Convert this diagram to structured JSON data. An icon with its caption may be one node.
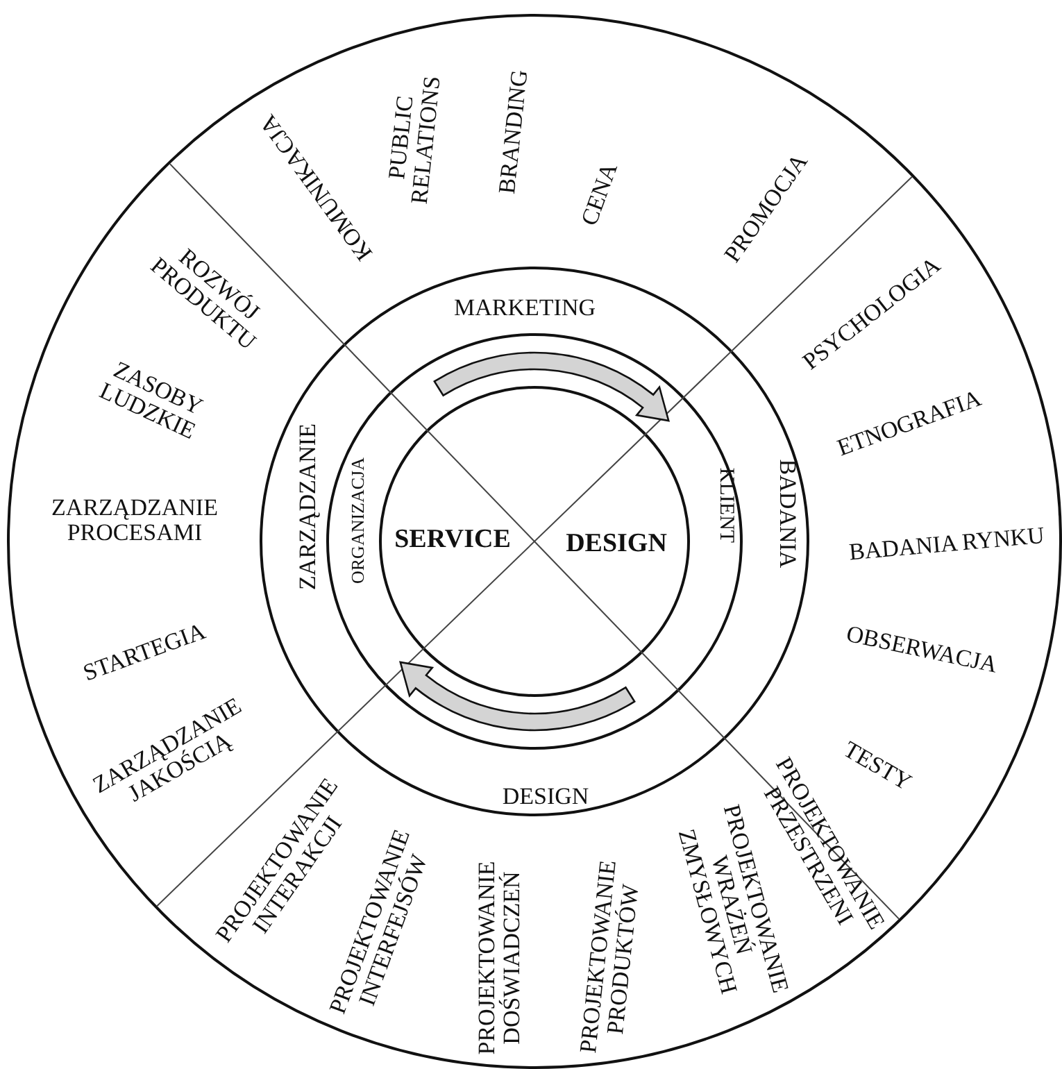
{
  "diagram": {
    "nodes": [
      {
        "text": [
          "KOMUNIKACJA",
          "PUBLIC RELATIONS",
          "BRANDING",
          "CENA",
          "PROMOCJA",
          "PSYCHOLOGIA",
          "ETNOGRAFIA",
          "BADANIA RYNKU",
          "OBSERWACJA",
          "TESTY",
          "PROJEKTOWANIE PRZESTRZENI",
          "PROJEKTOWANIE WRAŻEŃ ZMYSŁOWYCH",
          "PROJEKTOWANIE PRODUKTÓW",
          "PROJEKTOWANIE DOŚWIADCZEŃ",
          "PROJEKTOWANIE INTERFEJSÓW",
          "PROJEKTOWANIE INTERAKCJI",
          "ZARZĄDZANIE JAKOŚCIĄ",
          "STARTEGIA",
          "ZARZĄDZANIE PROCESAMI",
          "ZASOBY LUDZKIE",
          "ROZWÓJ PRODUKTU"
        ]
      },
      {
        "text": [
          "MARKETING",
          "BADANIA",
          "DESIGN",
          "ZARZĄDZANIE"
        ],
        "in": 0
      },
      {
        "text": [
          "KLIENT",
          "ORGANIZACJA"
        ],
        "in": 1
      },
      {
        "text": [
          "SERVICE",
          "DESIGN"
        ],
        "in": 2
      }
    ]
  }
}
